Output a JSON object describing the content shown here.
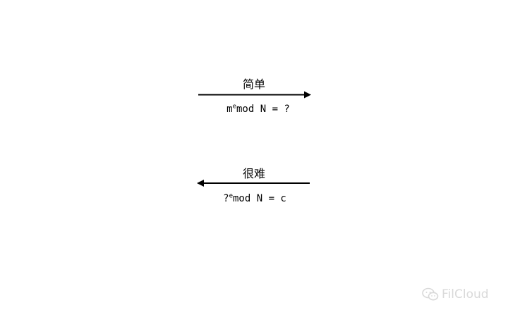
{
  "diagram": {
    "forward": {
      "label": "简单",
      "formula_base": "m",
      "formula_exp": "e",
      "formula_rest": "mod N = ?"
    },
    "backward": {
      "label": "很难",
      "formula_base": "?",
      "formula_exp": "e",
      "formula_rest": "mod N = c"
    }
  },
  "watermark": {
    "text": "FilCloud",
    "icon": "wechat-icon"
  },
  "colors": {
    "arrow": "#000000",
    "watermark": "#d9d9d9"
  }
}
